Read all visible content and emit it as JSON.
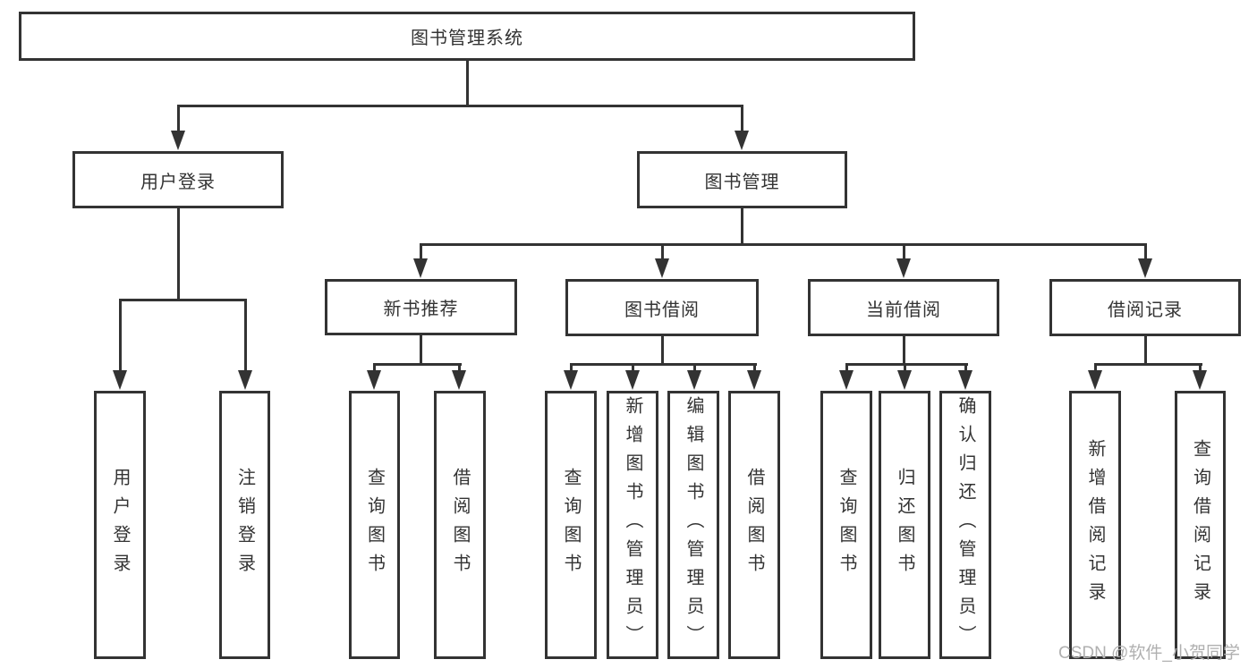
{
  "tree": {
    "root": "图书管理系统",
    "branches": [
      {
        "label": "用户登录",
        "children": [
          {
            "label": "用户登录"
          },
          {
            "label": "注销登录"
          }
        ]
      },
      {
        "label": "图书管理",
        "children": [
          {
            "label": "新书推荐",
            "children": [
              {
                "label": "查询图书"
              },
              {
                "label": "借阅图书"
              }
            ]
          },
          {
            "label": "图书借阅",
            "children": [
              {
                "label": "查询图书"
              },
              {
                "label": "新增图书（管理员）"
              },
              {
                "label": "编辑图书（管理员）"
              },
              {
                "label": "借阅图书"
              }
            ]
          },
          {
            "label": "当前借阅",
            "children": [
              {
                "label": "查询图书"
              },
              {
                "label": "归还图书"
              },
              {
                "label": "确认归还（管理员）"
              }
            ]
          },
          {
            "label": "借阅记录",
            "children": [
              {
                "label": "新增借阅记录"
              },
              {
                "label": "查询借阅记录"
              }
            ]
          }
        ]
      }
    ]
  },
  "watermark": {
    "text": "CSDN @软件_小贺同学"
  },
  "colors": {
    "line": "#333333",
    "box_bg": "#ffffff",
    "watermark": "#b0b0b0"
  }
}
